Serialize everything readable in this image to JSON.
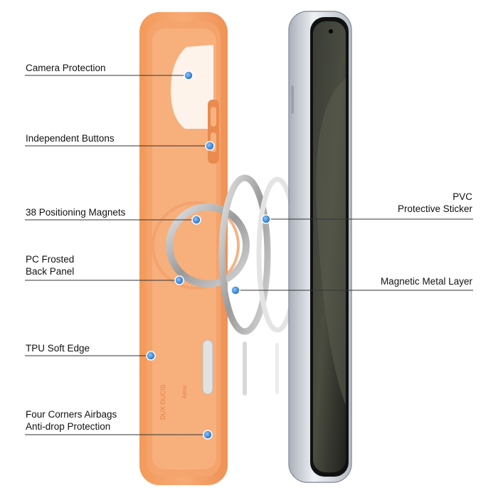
{
  "callouts": {
    "camera_protection": "Camera Protection",
    "independent_buttons": "Independent Buttons",
    "positioning_magnets": "38 Positioning Magnets",
    "pc_back_panel": {
      "line1": "PC Frosted",
      "line2": "Back Panel"
    },
    "tpu_edge": "TPU Soft Edge",
    "corner_airbags": {
      "line1": "Four Corners Airbags",
      "line2": "Anti-drop Protection"
    },
    "pvc_sticker": {
      "line1": "PVC",
      "line2": "Protective Sticker"
    },
    "metal_layer": "Magnetic Metal Layer"
  },
  "case_side_text": {
    "brand": "DUX DUCIS",
    "model": "Aimo"
  },
  "colors": {
    "case_orange": "#f6a267",
    "case_orange_dark": "#e98a4e",
    "marker_blue": "#2d7fd6",
    "phone_frame": "#cfd5dd",
    "screen": "#2b2d28"
  },
  "icons": [
    "marker-dot-icon"
  ]
}
